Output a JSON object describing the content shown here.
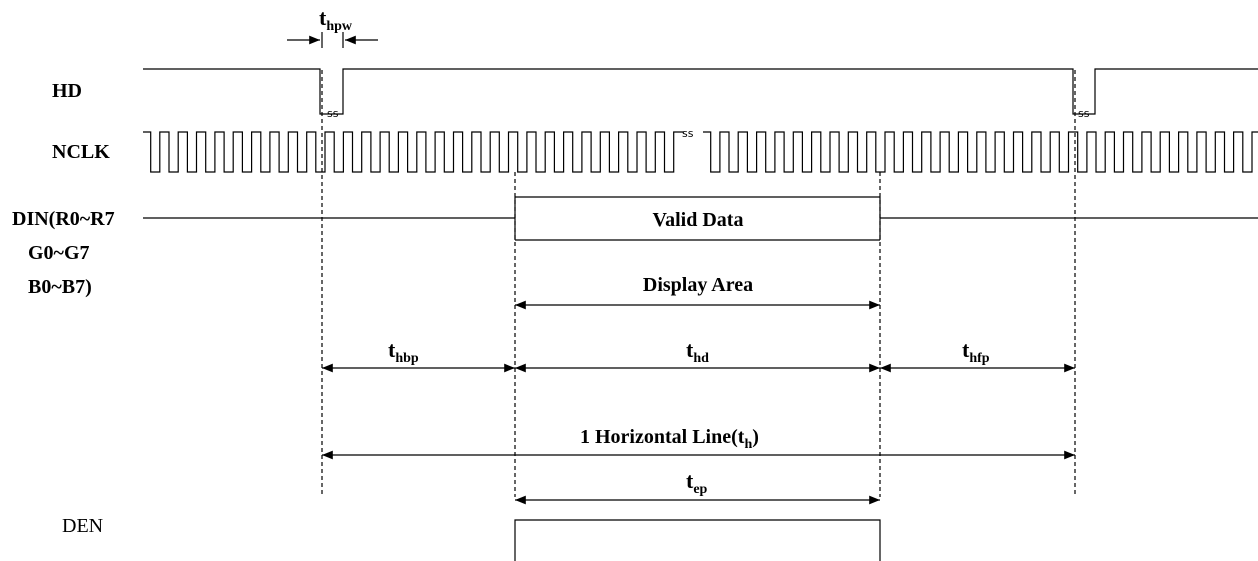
{
  "signals": {
    "hd": "HD",
    "nclk": "NCLK",
    "din_line1": "DIN(R0~R7",
    "din_line2": "G0~G7",
    "din_line3": "B0~B7)",
    "den": "DEN"
  },
  "labels": {
    "valid_data": "Valid Data",
    "display_area": "Display Area",
    "horizontal_line_main": "1 Horizontal Line(t",
    "horizontal_line_sub": "h",
    "horizontal_line_end": ")"
  },
  "timings": {
    "thpw": {
      "main": "t",
      "sub": "hpw"
    },
    "thbp": {
      "main": "t",
      "sub": "hbp"
    },
    "thd": {
      "main": "t",
      "sub": "hd"
    },
    "thfp": {
      "main": "t",
      "sub": "hfp"
    },
    "tep": {
      "main": "t",
      "sub": "ep"
    }
  }
}
